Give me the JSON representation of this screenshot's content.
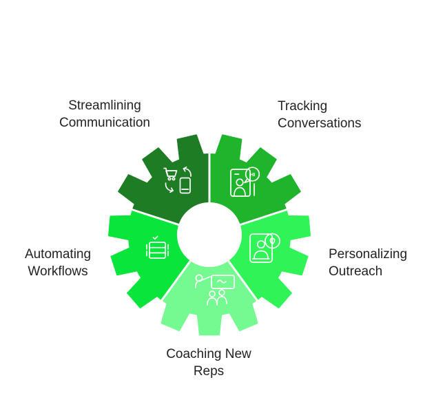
{
  "page": {
    "background": "#ffffff"
  },
  "diagram": {
    "type": "gear-cycle-infographic",
    "text_color": "#222222",
    "divider_color": "#ffffff",
    "icon_stroke_color": "#ffffff",
    "segments": [
      {
        "name": "streamlining-communication",
        "label": "Streamlining Communication",
        "lines": [
          "Streamlining",
          "Communication"
        ],
        "color": "#1e7d24",
        "icon": "cart-phone-sync-icon",
        "start_angle": 288,
        "end_angle": 360
      },
      {
        "name": "tracking-conversations",
        "label": "Tracking Conversations",
        "lines": [
          "Tracking",
          "Conversations"
        ],
        "color": "#1fb42c",
        "icon": "contact-card-greeting-icon",
        "bubble_text": "HI",
        "start_angle": 0,
        "end_angle": 72
      },
      {
        "name": "personalizing-outreach",
        "label": "Personalizing Outreach",
        "lines": [
          "Personalizing",
          "Outreach"
        ],
        "color": "#30f457",
        "icon": "phone-heart-badge-icon",
        "start_angle": 72,
        "end_angle": 144
      },
      {
        "name": "coaching-new-reps",
        "label": "Coaching New Reps",
        "lines": [
          "Coaching New",
          "Reps"
        ],
        "color": "#74fa90",
        "icon": "coaching-presentation-icon",
        "start_angle": 144,
        "end_angle": 216
      },
      {
        "name": "automating-workflows",
        "label": "Automating Workflows",
        "lines": [
          "Automating",
          "Workflows"
        ],
        "color": "#0ae53c",
        "icon": "server-check-icon",
        "start_angle": 216,
        "end_angle": 288
      }
    ]
  }
}
